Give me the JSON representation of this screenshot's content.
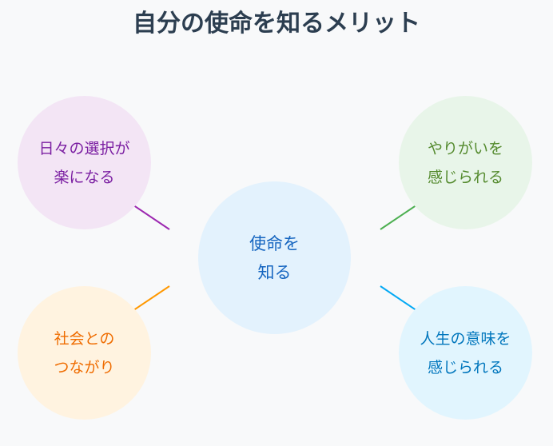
{
  "title": "自分の使命を知るメリット",
  "center": {
    "line1": "使命を",
    "line2": "知る",
    "color": "#1565c0",
    "bg": "#e3f2fd"
  },
  "nodes": [
    {
      "line1": "日々の選択が",
      "line2": "楽になる",
      "color": "#7b1fa2",
      "bg": "#f3e5f5",
      "line": "#9c27b0"
    },
    {
      "line1": "やりがいを",
      "line2": "感じられる",
      "color": "#558b2f",
      "bg": "#e8f5e9",
      "line": "#4caf50"
    },
    {
      "line1": "社会との",
      "line2": "つながり",
      "color": "#ef6c00",
      "bg": "#fff3e0",
      "line": "#ff9800"
    },
    {
      "line1": "人生の意味を",
      "line2": "感じられる",
      "color": "#0277bd",
      "bg": "#e1f5fe",
      "line": "#03a9f4"
    }
  ]
}
